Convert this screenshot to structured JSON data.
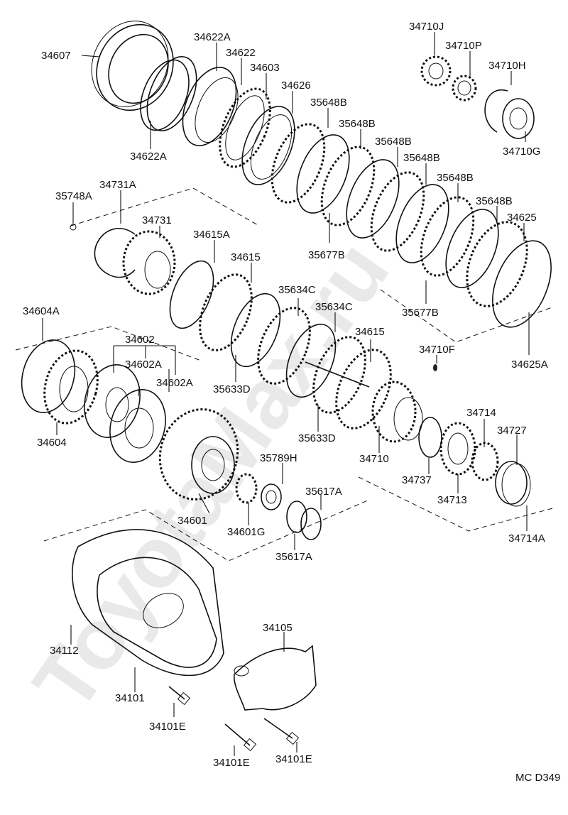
{
  "diagram_code": "MC D349",
  "watermark": "ToyotaMax.ru",
  "labels": {
    "p34607": "34607",
    "p34622A_top": "34622A",
    "p34622": "34622",
    "p34603": "34603",
    "p34626": "34626",
    "p35648B_1": "35648B",
    "p35648B_2": "35648B",
    "p35648B_3": "35648B",
    "p35648B_4": "35648B",
    "p35648B_5": "35648B",
    "p35648B_6": "35648B",
    "p34622A_bot": "34622A",
    "p34710J": "34710J",
    "p34710P": "34710P",
    "p34710H": "34710H",
    "p34710G": "34710G",
    "p34731A": "34731A",
    "p35748A": "35748A",
    "p34731": "34731",
    "p34615A": "34615A",
    "p34615_1": "34615",
    "p35677B_1": "35677B",
    "p34625": "34625",
    "p35634C_1": "35634C",
    "p35634C_2": "35634C",
    "p35677B_2": "35677B",
    "p34604A": "34604A",
    "p34602": "34602",
    "p34602A_1": "34602A",
    "p34602A_2": "34602A",
    "p34615_2": "34615",
    "p34710F": "34710F",
    "p34625A": "34625A",
    "p35633D_1": "35633D",
    "p34604": "34604",
    "p34714": "34714",
    "p34727": "34727",
    "p35633D_2": "35633D",
    "p34710": "34710",
    "p35789H": "35789H",
    "p34737": "34737",
    "p34713": "34713",
    "p35617A_1": "35617A",
    "p34601": "34601",
    "p34601G": "34601G",
    "p35617A_2": "35617A",
    "p34714A": "34714A",
    "p34105": "34105",
    "p34112": "34112",
    "p34101": "34101",
    "p34101E_1": "34101E",
    "p34101E_2": "34101E",
    "p34101E_3": "34101E"
  }
}
